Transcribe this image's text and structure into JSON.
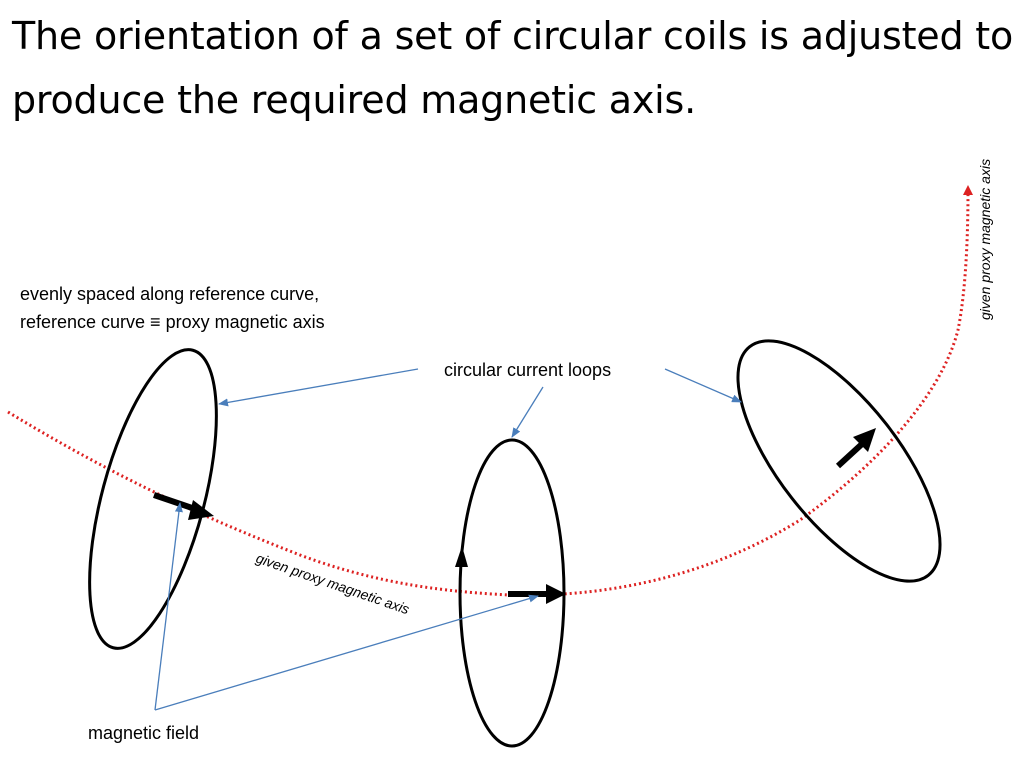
{
  "slide": {
    "title": "The orientation of a set of circular coils is adjusted to produce the required magnetic axis."
  },
  "diagram": {
    "labels": {
      "spacing_line1": "evenly spaced along reference curve,",
      "spacing_line2": "reference curve ≡ proxy magnetic axis",
      "loops": "circular current loops",
      "field": "magnetic field",
      "axis_lower": "given proxy magnetic axis",
      "axis_vertical": "given proxy magnetic axis"
    },
    "colors": {
      "axis_curve": "#dd2222",
      "pointer": "#4a7ebb",
      "coil": "#000000",
      "field_arrow": "#000000"
    },
    "coil_count": 3
  }
}
